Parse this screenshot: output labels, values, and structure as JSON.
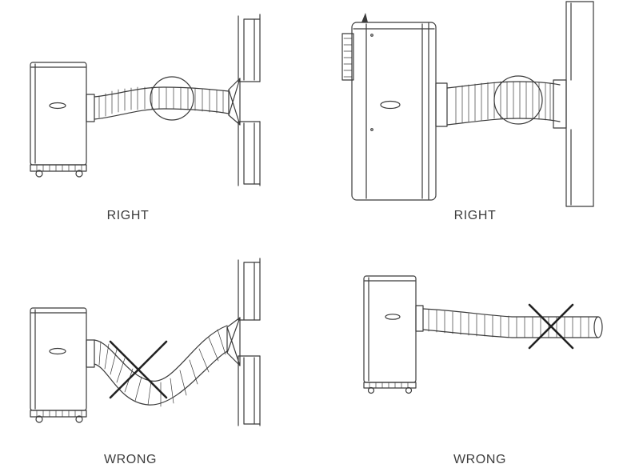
{
  "figure": {
    "panels": [
      {
        "position": "top-left",
        "label": "RIGHT"
      },
      {
        "position": "top-right",
        "label": "RIGHT"
      },
      {
        "position": "bottom-left",
        "label": "WRONG"
      },
      {
        "position": "bottom-right",
        "label": "WRONG"
      }
    ]
  },
  "colors": {
    "background": "#ffffff",
    "line_art": "#3b3b3b",
    "label_text": "#3d3d3d",
    "x_mark": "#222222"
  }
}
